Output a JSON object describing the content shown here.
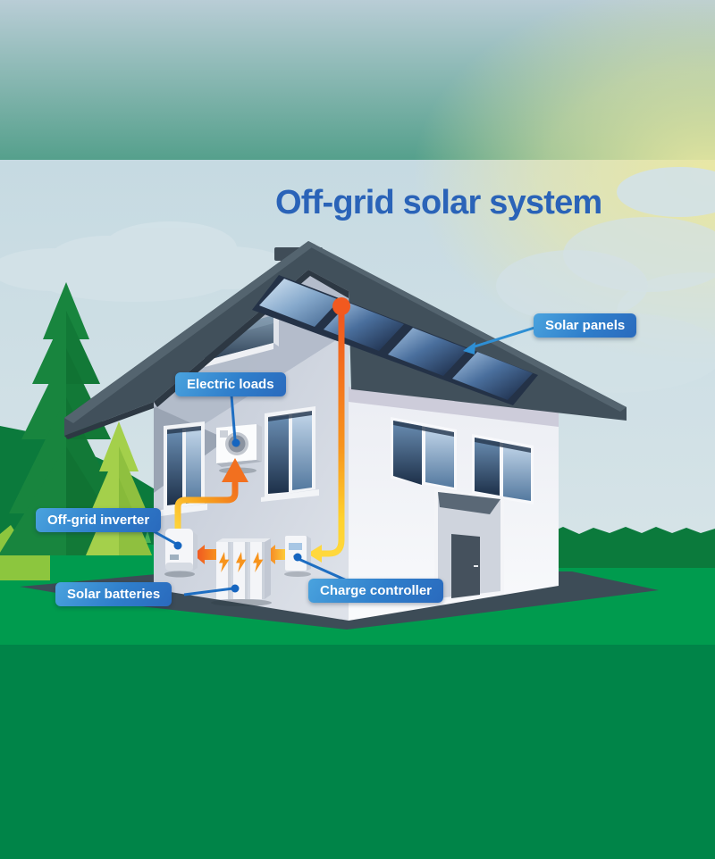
{
  "title": "Off-grid solar system",
  "labels": {
    "solar_panels": "Solar panels",
    "electric_loads": "Electric loads",
    "off_grid_inverter": "Off-grid inverter",
    "solar_batteries": "Solar batteries",
    "charge_controller": "Charge controller"
  },
  "colors": {
    "title_text": "#2a63b8",
    "label_gradient_start": "#4aa3de",
    "label_gradient_end": "#2a6abd",
    "header_band_top": "#b9cdd6",
    "header_band_bottom": "#5aa390",
    "sky": "#cfdde4",
    "sun_glow": "#ebe8a0",
    "grass": "#009b4e",
    "footer_band": "#008448",
    "dark_foliage": "#0b7a3c",
    "pine_tree_dark": "#18853e",
    "pine_tree_light": "#a4d04b",
    "roof_slate": "#41505b",
    "solar_panel_navy": "#16233c",
    "cable_orange": "#f2591f",
    "cable_yellow": "#ffd83d",
    "pointer_blue": "#2e8fd4"
  }
}
